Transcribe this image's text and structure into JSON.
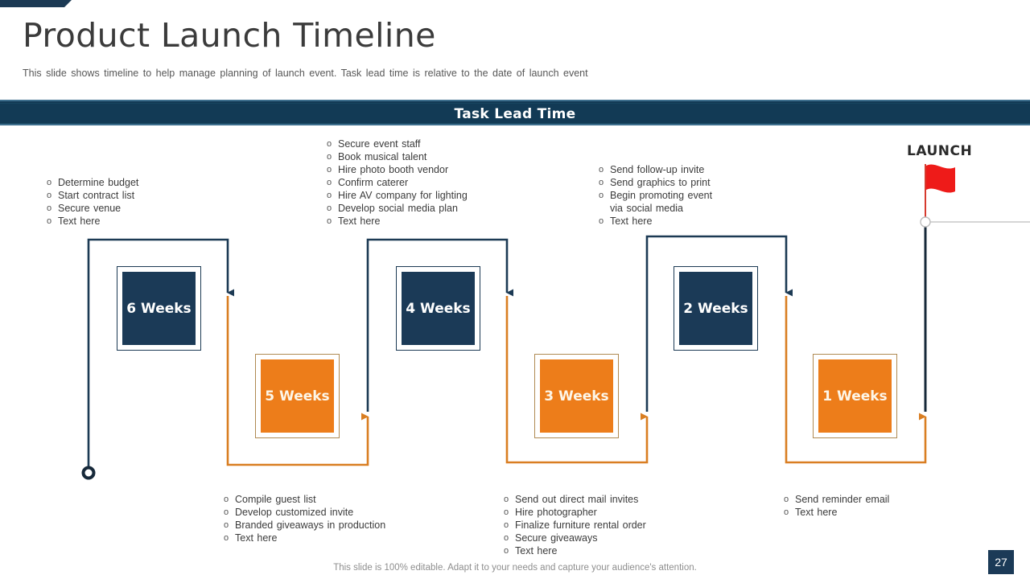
{
  "header": {
    "title": "Product Launch Timeline",
    "subtitle": "This slide shows timeline to help manage planning of launch event. Task lead time is relative  to the date of launch event"
  },
  "banner": {
    "title": "Task Lead Time"
  },
  "launch": {
    "label": "LAUNCH",
    "icon": "flag-icon"
  },
  "colors": {
    "navy": "#1b3a57",
    "orange": "#ed7d1a",
    "banner": "#123a55",
    "flag_red": "#ee1b19",
    "text": "#3b3b3b"
  },
  "milestones": [
    {
      "label": "6 Weeks",
      "style": "navy"
    },
    {
      "label": "5 Weeks",
      "style": "orange"
    },
    {
      "label": "4 Weeks",
      "style": "navy"
    },
    {
      "label": "3 Weeks",
      "style": "orange"
    },
    {
      "label": "2 Weeks",
      "style": "navy"
    },
    {
      "label": "1 Weeks",
      "style": "orange"
    }
  ],
  "task_groups": [
    {
      "position": "top",
      "milestone": "6 Weeks",
      "items": [
        "Determine  budget",
        "Start contract list",
        "Secure venue",
        "Text here"
      ]
    },
    {
      "position": "bottom",
      "milestone": "5 Weeks",
      "items": [
        "Compile guest list",
        "Develop  customized invite",
        "Branded  giveaways  in production",
        "Text here"
      ]
    },
    {
      "position": "top",
      "milestone": "4 Weeks",
      "items": [
        "Secure  event  staff",
        "Book musical talent",
        "Hire  photo  booth vendor",
        "Confirm  caterer",
        "Hire AV company for lighting",
        "Develop  social media  plan",
        "Text here"
      ]
    },
    {
      "position": "bottom",
      "milestone": "3 Weeks",
      "items": [
        "Send out direct  mail invites",
        "Hire  photographer",
        "Finalize furniture  rental  order",
        "Secure  giveaways",
        "Text here"
      ]
    },
    {
      "position": "top",
      "milestone": "2 Weeks",
      "items": [
        "Send follow-up  invite",
        "Send graphics  to print",
        "Begin promoting  event\nvia  social media",
        "Text here"
      ]
    },
    {
      "position": "bottom",
      "milestone": "1 Weeks",
      "items": [
        "Send reminder  email",
        "Text here"
      ]
    }
  ],
  "footer": {
    "note": "This slide is 100% editable. Adapt it to your needs and capture your audience's attention.",
    "page_number": "27"
  }
}
